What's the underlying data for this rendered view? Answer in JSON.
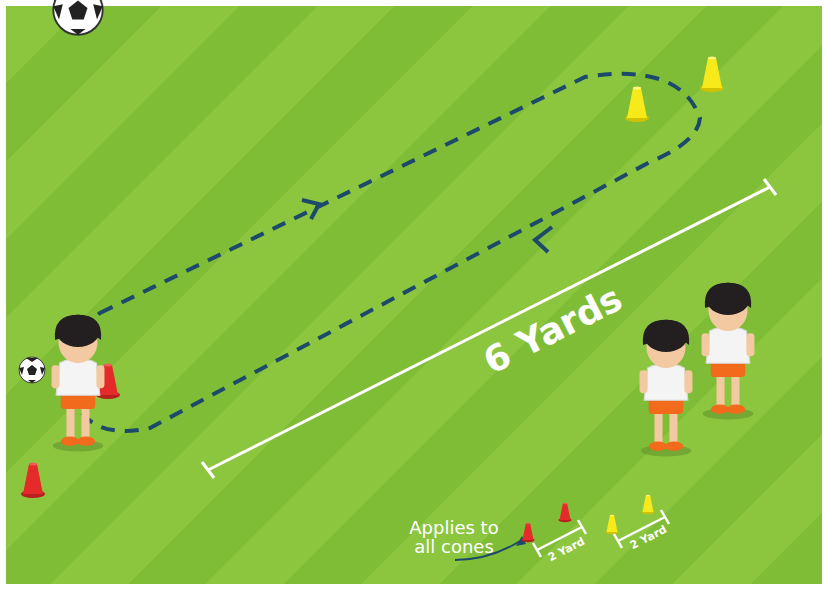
{
  "diagram": {
    "labels": [
      "6 Yards",
      "Applies to all cones",
      "2 Yard",
      "2 Yard"
    ]
  }
}
